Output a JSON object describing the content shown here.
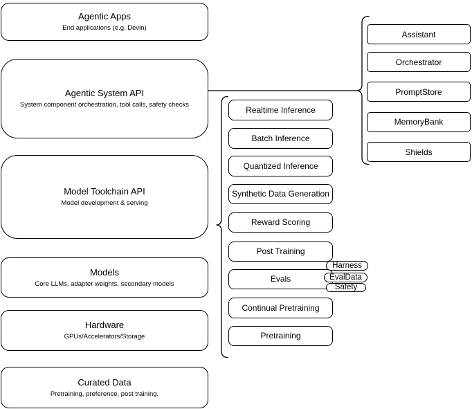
{
  "colors": {
    "stroke": "#000000",
    "fill": "#ffffff",
    "text": "#000000"
  },
  "left_stack": [
    {
      "title": "Agentic Apps",
      "subtitle": "End applications (e.g. Devin)"
    },
    {
      "title": "Agentic System API",
      "subtitle": "System component orchestration, tool calls, safety checks"
    },
    {
      "title": "Model Toolchain API",
      "subtitle": "Model development & serving"
    },
    {
      "title": "Models",
      "subtitle": "Core LLMs, adapter weights, secondary models"
    },
    {
      "title": "Hardware",
      "subtitle": "GPUs/Accelerators/Storage"
    },
    {
      "title": "Curated Data",
      "subtitle": "Pretraining, preference, post training."
    }
  ],
  "toolchain": {
    "items": [
      "Realtime Inference",
      "Batch Inference",
      "Quantized Inference",
      "Synthetic Data Generation",
      "Reward Scoring",
      "Post Training",
      "Evals",
      "Continual Pretraining",
      "Pretraining"
    ]
  },
  "system_components": {
    "items": [
      "Assistant",
      "Orchestrator",
      "PromptStore",
      "MemoryBank",
      "Shields"
    ]
  },
  "eval_attachments": {
    "items": [
      "Harness",
      "EvalData",
      "Safety"
    ]
  }
}
